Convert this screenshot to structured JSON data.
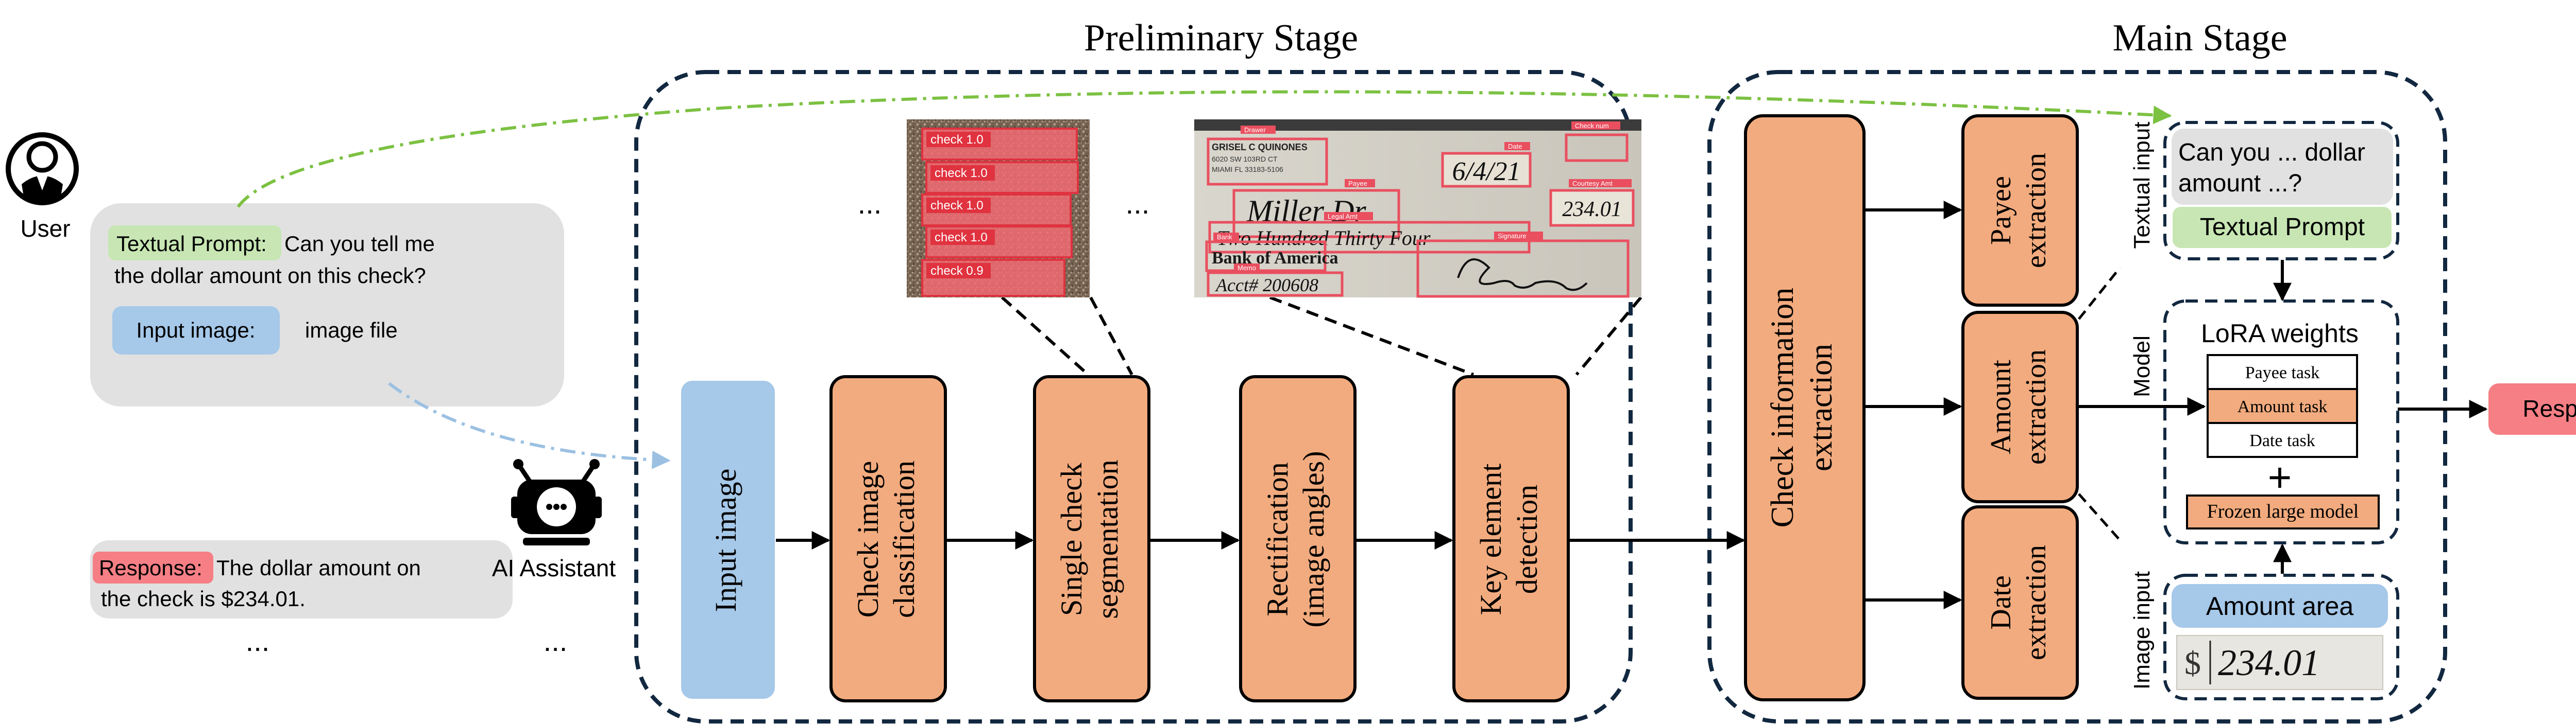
{
  "stages": {
    "preliminary": "Preliminary Stage",
    "main": "Main Stage"
  },
  "user": {
    "label": "User",
    "prompt_tag": "Textual Prompt:",
    "prompt_line1": "Can you tell me",
    "prompt_line2": "the dollar amount on this check?",
    "image_tag": "Input image:",
    "image_value": "image  file",
    "response_tag": "Response:",
    "response_line1": "The dollar amount on",
    "response_line2": "the check is $234.01.",
    "ellipsis": "..."
  },
  "assistant": {
    "label": "AI Assistant",
    "ellipsis": "..."
  },
  "preliminary": {
    "input_image": "Input image",
    "classification": [
      "Check image",
      "classification"
    ],
    "segmentation": [
      "Single check",
      "segmentation"
    ],
    "rectification": [
      "Rectification",
      "(image angles)"
    ],
    "detection": [
      "Key element",
      "detection"
    ],
    "ellipsis": "...",
    "seg_labels": [
      "check 1.0",
      "check 1.0",
      "check 1.0",
      "check 1.0",
      "check 0.9"
    ],
    "check_photo": {
      "name": "GRISEL C QUINONES",
      "address": [
        "6020 SW 103RD CT",
        "MIAMI FL 33183-5106"
      ],
      "date": "6/4/21",
      "payee": "Miller Dr",
      "amount": "234.01",
      "words": "Two Hundred Thirty Four",
      "bank": "Bank of America",
      "memo": "Acct# 200608",
      "tags": [
        "Drawer",
        "Check num",
        "Date",
        "Payee",
        "Courtesy Amt",
        "Legal Amt",
        "Bank",
        "Memo",
        "Signature"
      ]
    }
  },
  "main": {
    "check_info": [
      "Check information",
      "extraction"
    ],
    "payee": [
      "Payee",
      "extraction"
    ],
    "amount": [
      "Amount",
      "extraction"
    ],
    "date": [
      "Date",
      "extraction"
    ],
    "textual_input_label": "Textual input",
    "model_label": "Model",
    "image_input_label": "Image input",
    "question": [
      "Can you ... dollar",
      "amount ...?"
    ],
    "textual_prompt": "Textual Prompt",
    "lora_title": "LoRA weights",
    "tasks": [
      "Payee task",
      "Amount task",
      "Date task"
    ],
    "plus": "+",
    "frozen": "Frozen large model",
    "amount_area": "Amount area",
    "crop_dollar": "$",
    "crop_amount": "234.01",
    "response": "Response"
  },
  "colors": {
    "orange": "#f2ab7e",
    "blue": "#a6c8e9",
    "green": "#c7e6b3",
    "red": "#f57f85",
    "gray": "#e1e1e1",
    "dark": "#122840",
    "arrow_green": "#7cc142",
    "arrow_blue": "#9bc0e2"
  }
}
